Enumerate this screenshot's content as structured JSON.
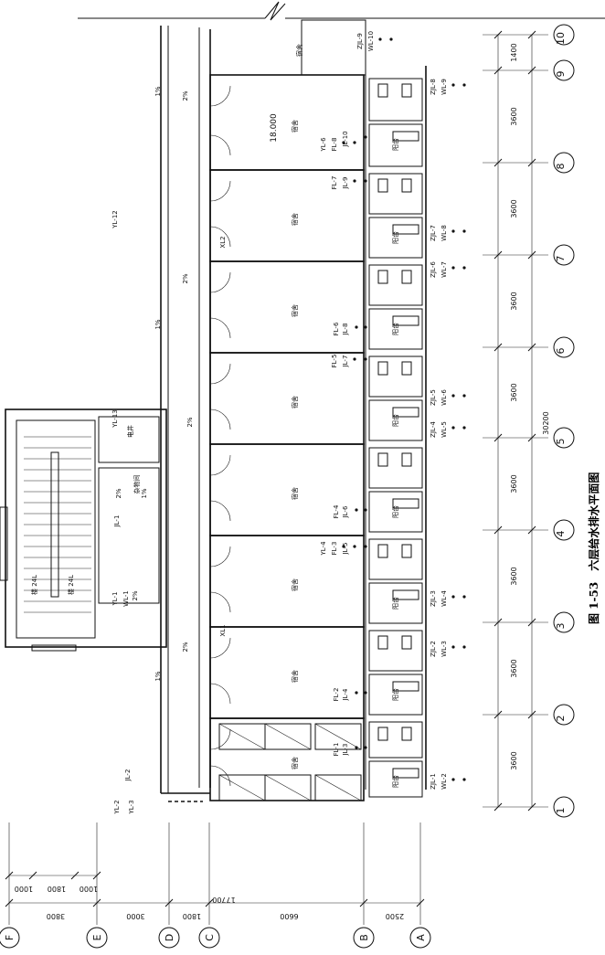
{
  "caption": {
    "figure_no": "图 1-53",
    "title": "六层给水排水平面图"
  },
  "column_axes": [
    "1",
    "2",
    "3",
    "4",
    "5",
    "6",
    "7",
    "8",
    "9",
    "10"
  ],
  "column_dims": [
    "3600",
    "3600",
    "3600",
    "3600",
    "3600",
    "3600",
    "3600",
    "3600",
    "1400"
  ],
  "column_total": "30200",
  "row_axes": [
    "A",
    "B",
    "C",
    "D",
    "E",
    "F"
  ],
  "row_dims_outer": [
    "2500",
    "6600",
    "1800",
    "3000",
    "3800"
  ],
  "row_dims_inner": [
    "1000",
    "1800",
    "1000"
  ],
  "row_total": "17700",
  "elevation": "18.000",
  "rooms": {
    "dorm": "宿舍",
    "balcony": "阳台",
    "well": "电井",
    "closet": "杂物间",
    "stair": "楼 24L"
  },
  "slopes": {
    "one": "1%",
    "two": "2%"
  },
  "pipe_labels": [
    "YL-2",
    "YL-3",
    "JL-2",
    "YL-1",
    "WL-1",
    "JL-1",
    "YL-13",
    "YL-12",
    "ZJL-1",
    "WL-2",
    "FL-1",
    "JL-3",
    "FL-2",
    "JL-4",
    "ZJL-2",
    "WL-3",
    "ZJL-3",
    "WL-4",
    "YL-4",
    "FL-3",
    "JL-5",
    "FL-4",
    "JL-6",
    "ZJL-4",
    "WL-5",
    "ZJL-5",
    "WL-6",
    "FL-5",
    "JL-7",
    "FL-6",
    "JL-8",
    "ZJL-6",
    "WL-7",
    "ZJL-7",
    "WL-8",
    "FL-7",
    "JL-9",
    "YL-6",
    "FL-8",
    "JL-10",
    "ZJL-8",
    "WL-9",
    "ZJL-9",
    "WL-10",
    "XL1",
    "XL2"
  ]
}
